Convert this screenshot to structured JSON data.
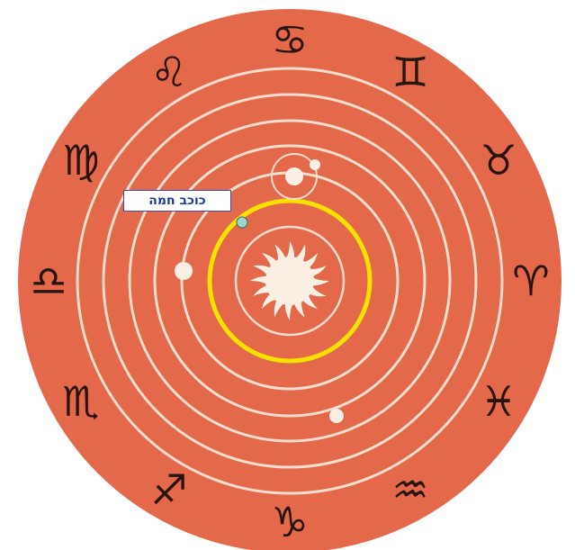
{
  "diagram": {
    "label": "כוכב חמה",
    "colors": {
      "disc": "#e3694a",
      "orbit": "#f7ddd0",
      "highlight_orbit": "#f6e100",
      "sun": "#fbefe4",
      "planet": "#fbeee4",
      "highlight_planet": "#9fd4cf",
      "label_text": "#1f3b9a"
    },
    "zodiac": [
      {
        "name": "cancer",
        "glyph": "♋"
      },
      {
        "name": "gemini",
        "glyph": "♊"
      },
      {
        "name": "taurus",
        "glyph": "♉"
      },
      {
        "name": "aries",
        "glyph": "♈"
      },
      {
        "name": "pisces",
        "glyph": "♓"
      },
      {
        "name": "aquarius",
        "glyph": "♒"
      },
      {
        "name": "capricorn",
        "glyph": "♑"
      },
      {
        "name": "sagittarius",
        "glyph": "♐"
      },
      {
        "name": "scorpio",
        "glyph": "♏"
      },
      {
        "name": "libra",
        "glyph": "♎"
      },
      {
        "name": "virgo",
        "glyph": "♍"
      },
      {
        "name": "leo",
        "glyph": "♌"
      }
    ]
  }
}
